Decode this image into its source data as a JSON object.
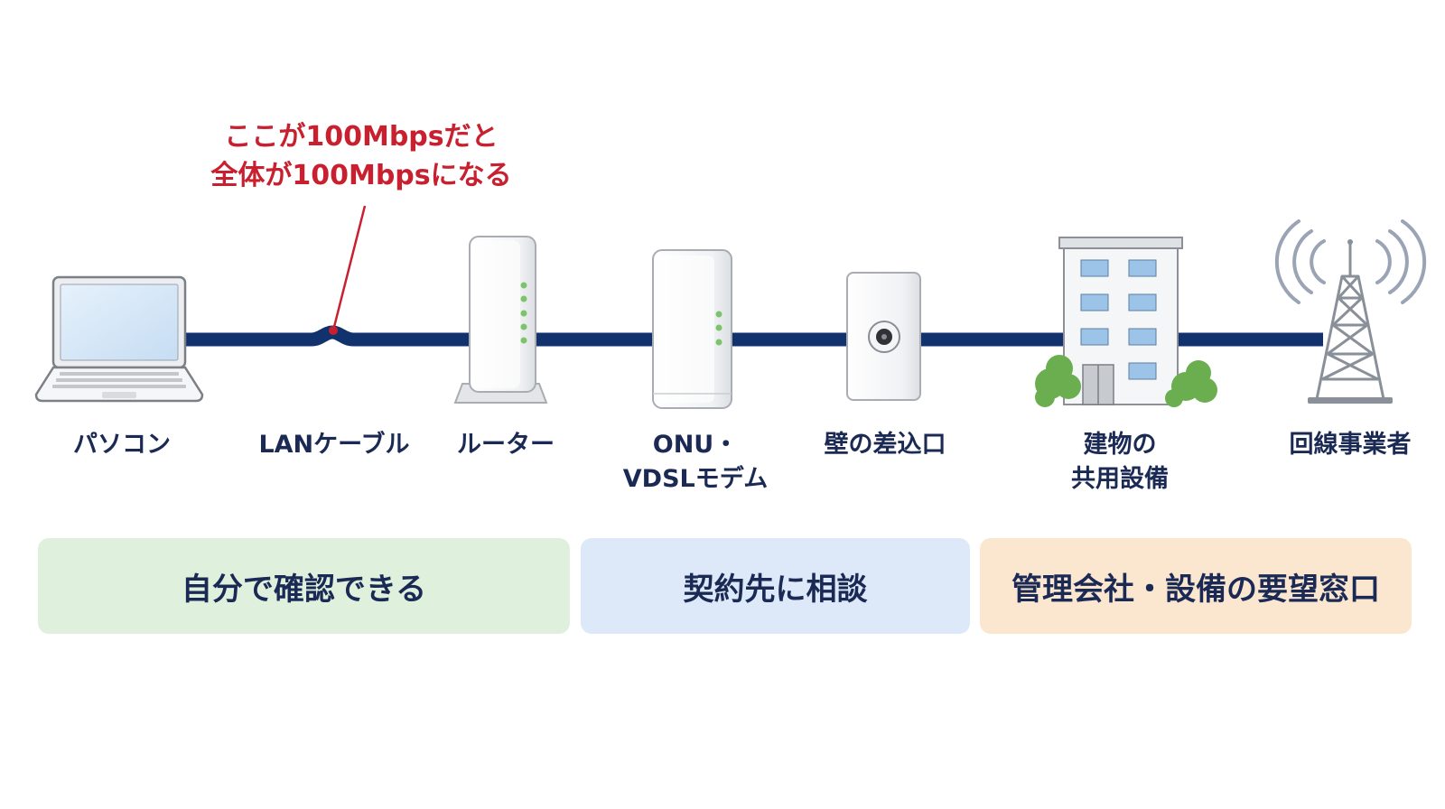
{
  "callout": {
    "line1": "ここが100Mbpsだと",
    "line2": "全体が100Mbpsになる",
    "color": "#c8202f"
  },
  "labels": {
    "pc": "パソコン",
    "lan_cable": "LANケーブル",
    "router": "ルーター",
    "onu_line1": "ONU・",
    "onu_line2": "VDSLモデム",
    "wall_outlet": "壁の差込口",
    "building_line1": "建物の",
    "building_line2": "共用設備",
    "carrier": "回線事業者"
  },
  "bands": {
    "self_check": "自分で確認できる",
    "contract": "契約先に相談",
    "management": "管理会社・設備の要望窓口"
  },
  "colors": {
    "cable": "#12326e",
    "label_text": "#1b2a55",
    "band_green": "#dff1dd",
    "band_blue": "#dde9f8",
    "band_orange": "#fbe6cf",
    "led": "#7cc46a"
  },
  "icons": [
    "laptop-icon",
    "router-icon",
    "onu-modem-icon",
    "wall-outlet-icon",
    "building-icon",
    "radio-tower-icon"
  ]
}
